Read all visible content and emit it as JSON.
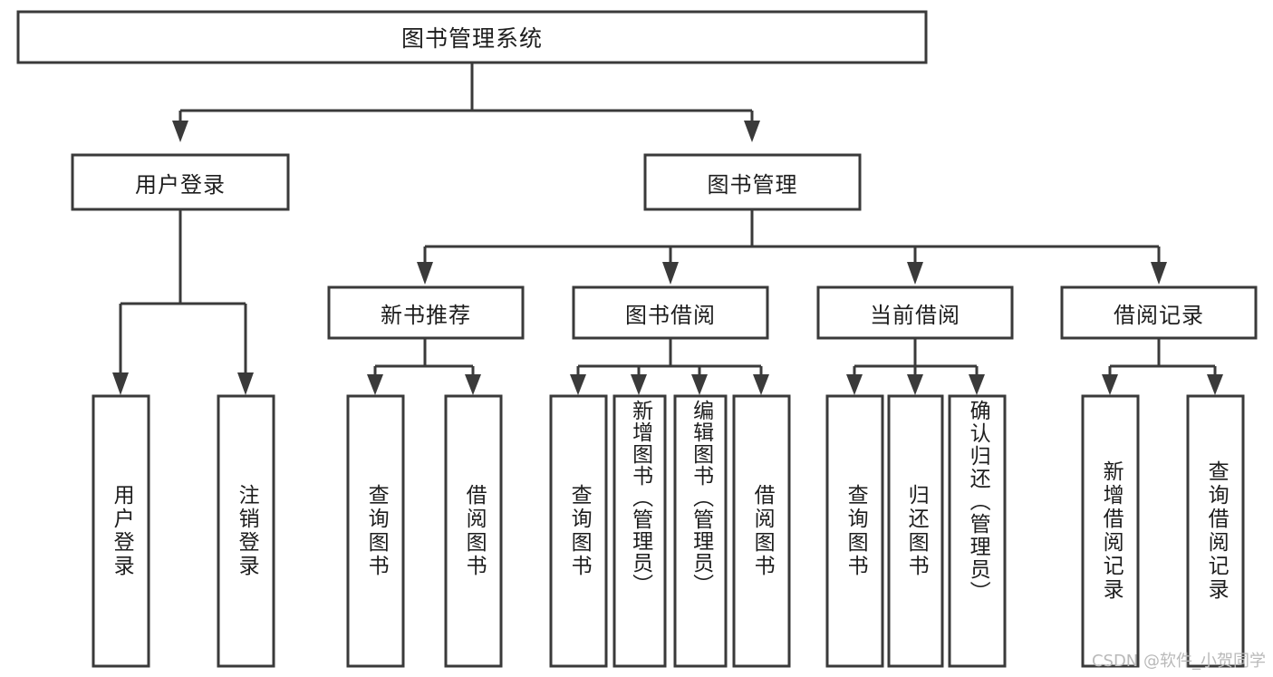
{
  "diagram": {
    "title": "图书管理系统",
    "watermark": "CSDN @软件_小贺同学",
    "colors": {
      "stroke": "#3a3a3a",
      "text": "#1d1d1d",
      "background": "#ffffff",
      "watermark": "#b9b9b9"
    },
    "root": {
      "label": "图书管理系统",
      "level": 0
    },
    "level1": [
      {
        "label": "用户登录"
      },
      {
        "label": "图书管理"
      }
    ],
    "level2": [
      {
        "label": "新书推荐",
        "parent": "图书管理"
      },
      {
        "label": "图书借阅",
        "parent": "图书管理"
      },
      {
        "label": "当前借阅",
        "parent": "图书管理"
      },
      {
        "label": "借阅记录",
        "parent": "图书管理"
      }
    ],
    "leaves": {
      "user_login": [
        {
          "label": "用户登录"
        },
        {
          "label": "注销登录"
        }
      ],
      "new_book_recommend": [
        {
          "label": "查询图书"
        },
        {
          "label": "借阅图书"
        }
      ],
      "book_borrow": [
        {
          "label": "查询图书"
        },
        {
          "label": "新增图书（管理员）"
        },
        {
          "label": "编辑图书（管理员）"
        },
        {
          "label": "借阅图书"
        }
      ],
      "current_borrow": [
        {
          "label": "查询图书"
        },
        {
          "label": "归还图书"
        },
        {
          "label": "确认归还（管理员）"
        }
      ],
      "borrow_record": [
        {
          "label": "新增借阅记录"
        },
        {
          "label": "查询借阅记录"
        }
      ]
    }
  }
}
